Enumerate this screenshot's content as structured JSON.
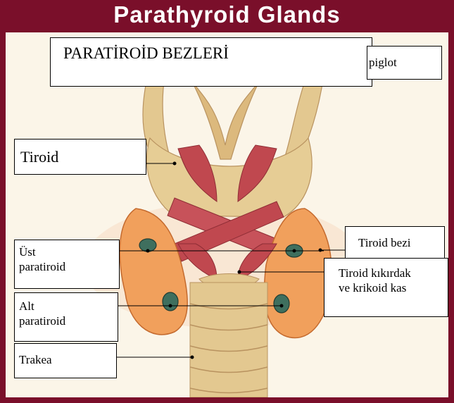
{
  "banner": {
    "title": "Parathyroid Glands",
    "background": "#7a0f2a",
    "text_color": "#ffffff"
  },
  "diagram": {
    "main_label": "PARATİROİD BEZLERİ",
    "labels": {
      "epiglot": "piglot",
      "tiroid": "Tiroid",
      "ust_paratiroid": "Üst\nparatiroid",
      "alt_paratiroid": "Alt\nparatiroid",
      "trakea": "Trakea",
      "tiroid_bezi": "Tiroid bezi",
      "tiroid_kikirdak": "Tiroid kıkırdak\nve krikoid kas"
    }
  },
  "colors": {
    "panel": "#fbf5e8",
    "cartilage": "#e3c890",
    "muscle": "#c0484f",
    "gland": "#f1a05c",
    "parathyroid": "#3f6f5e"
  }
}
